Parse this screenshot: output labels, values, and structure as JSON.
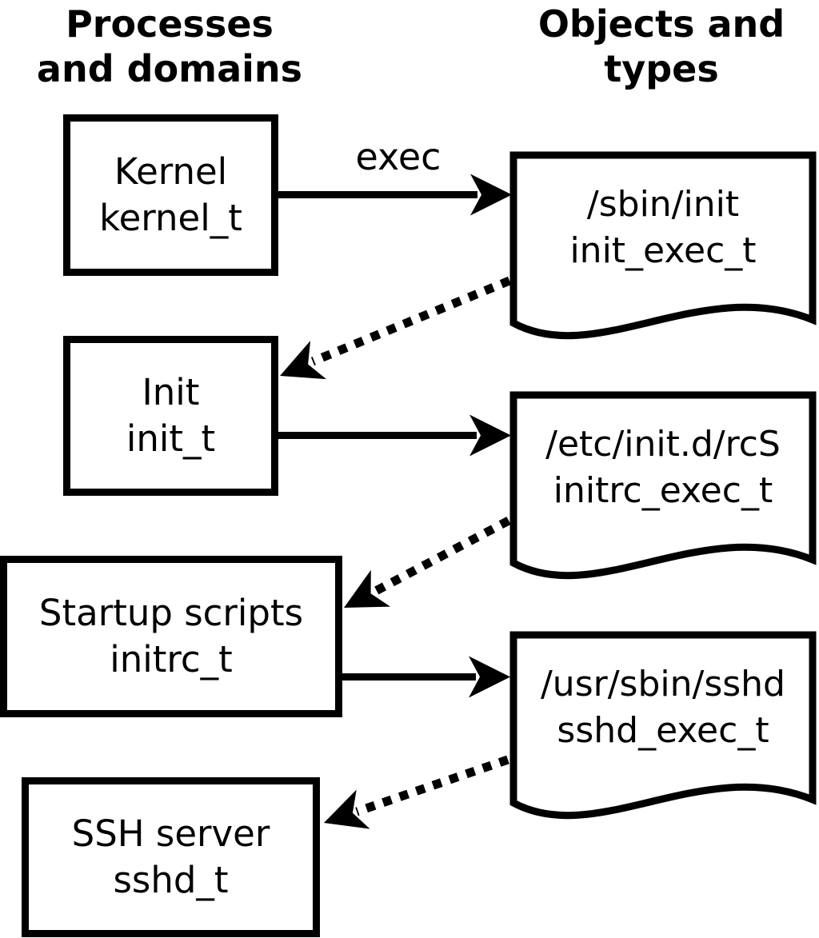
{
  "diagram": {
    "headers": {
      "left": {
        "line1": "Processes",
        "line2": "and domains"
      },
      "right": {
        "line1": "Objects and",
        "line2": "types"
      }
    },
    "processes": [
      {
        "name": "Kernel",
        "domain": "kernel_t"
      },
      {
        "name": "Init",
        "domain": "init_t"
      },
      {
        "name": "Startup scripts",
        "domain": "initrc_t"
      },
      {
        "name": "SSH server",
        "domain": "sshd_t"
      }
    ],
    "objects": [
      {
        "path": "/sbin/init",
        "type": "init_exec_t"
      },
      {
        "path": "/etc/init.d/rcS",
        "type": "initrc_exec_t"
      },
      {
        "path": "/usr/sbin/sshd",
        "type": "sshd_exec_t"
      }
    ],
    "edge_labels": {
      "exec": "exec"
    },
    "colors": {
      "line": "#000000",
      "fill": "#ffffff"
    }
  }
}
